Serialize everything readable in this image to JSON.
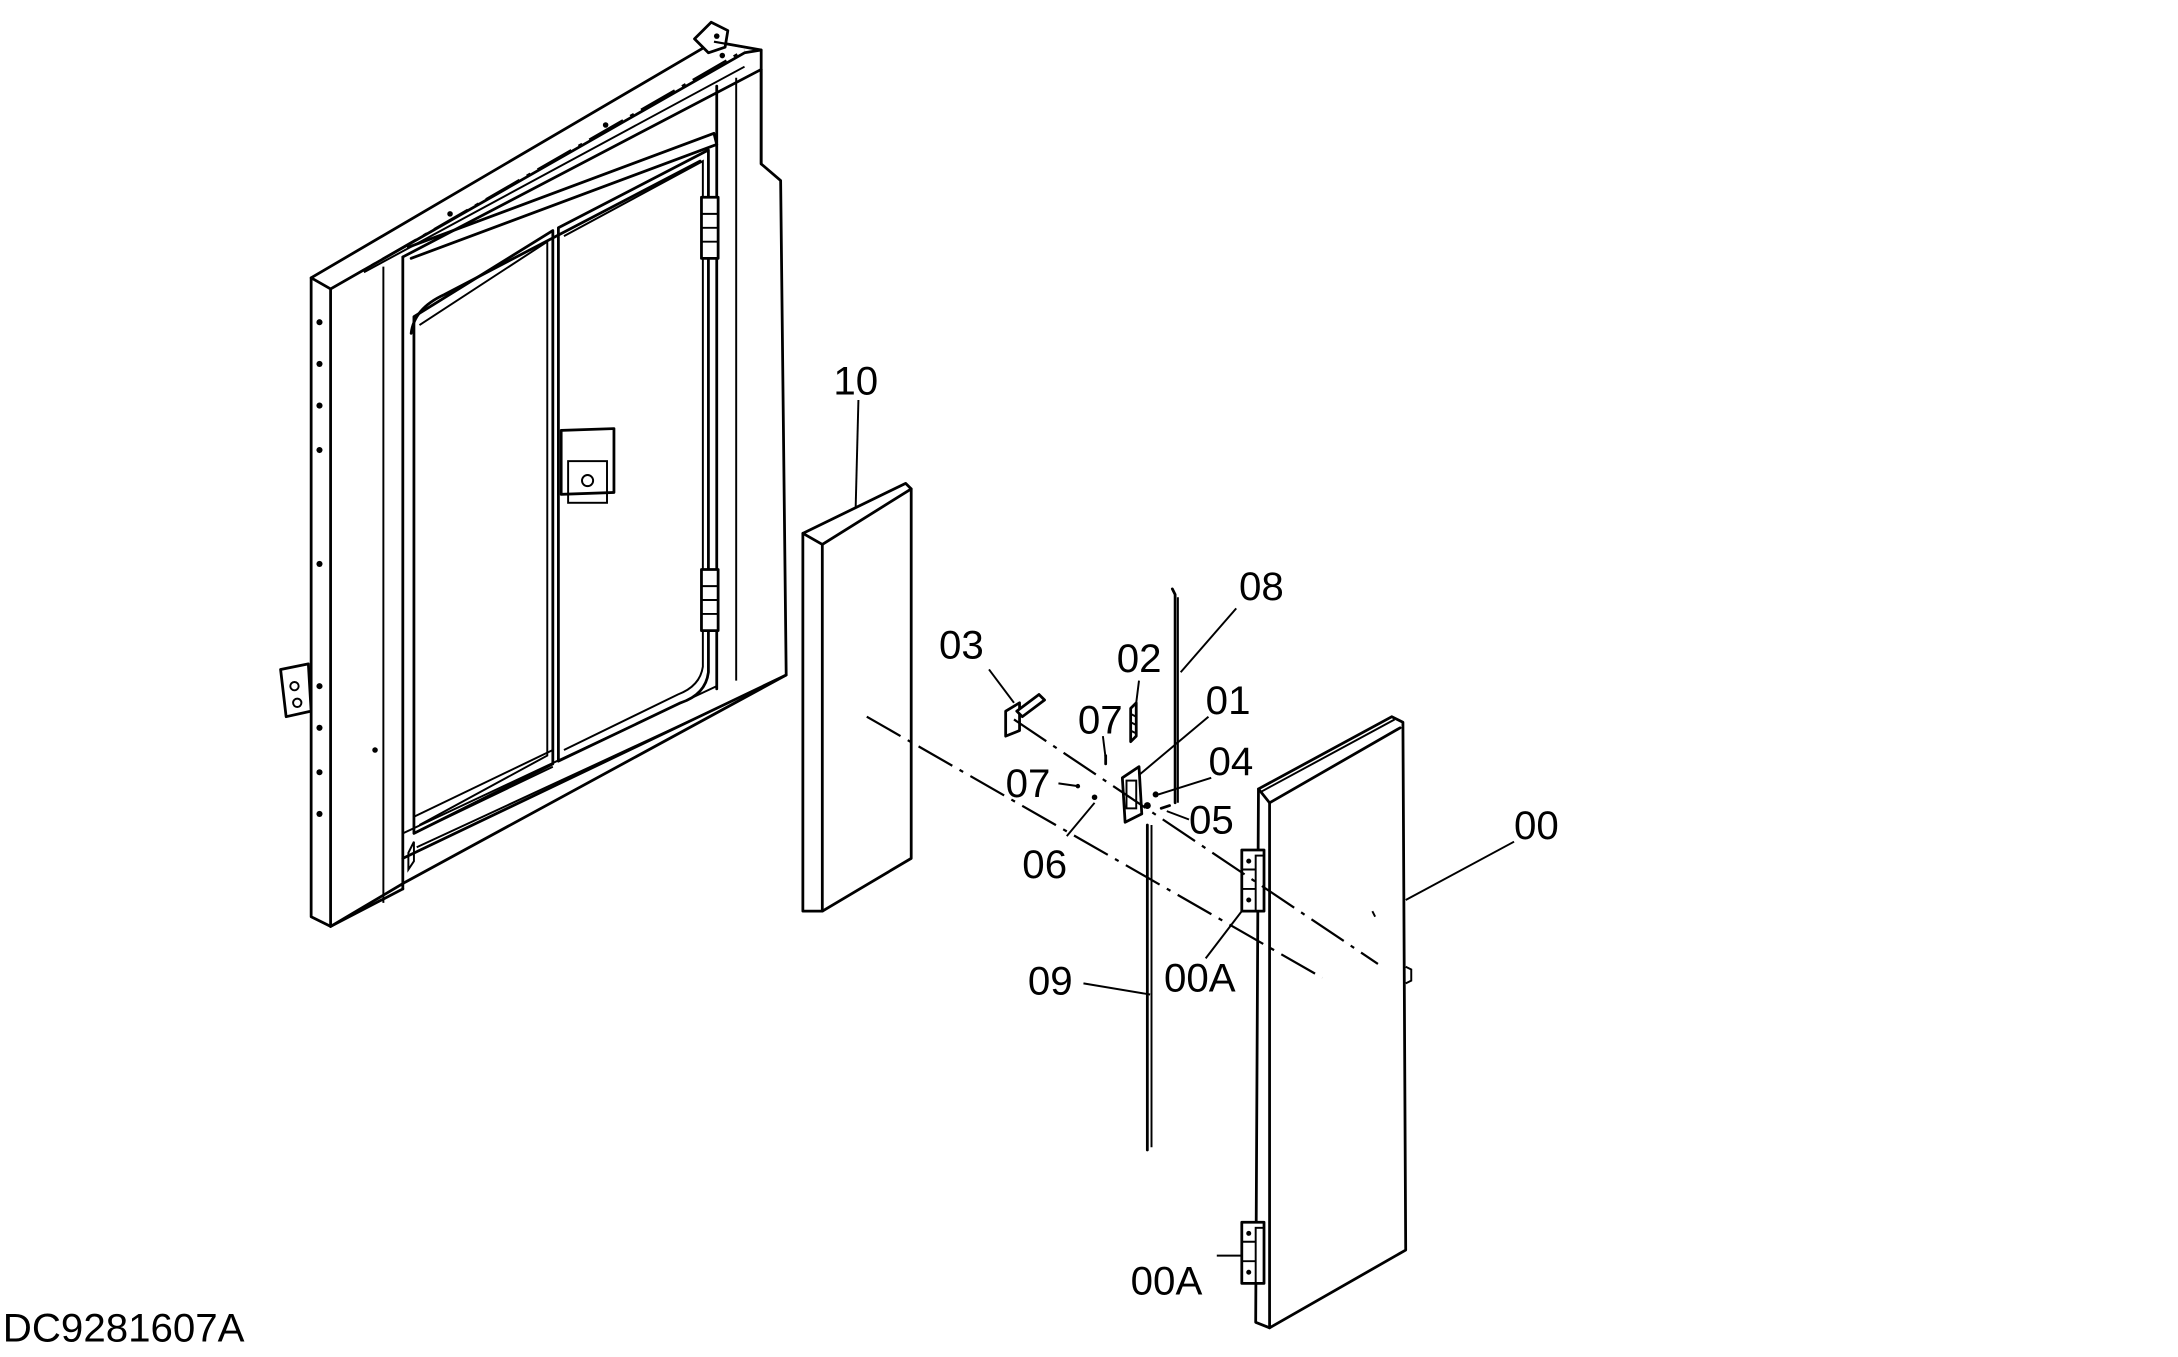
{
  "drawing_id": "DC9281607A",
  "callouts": {
    "c10": "10",
    "c08": "08",
    "c03": "03",
    "c02": "02",
    "c01": "01",
    "c07a": "07",
    "c04": "04",
    "c07b": "07",
    "c05": "05",
    "c06": "06",
    "c00": "00",
    "c09": "09",
    "c00a_1": "00A",
    "c00a_2": "00A"
  }
}
